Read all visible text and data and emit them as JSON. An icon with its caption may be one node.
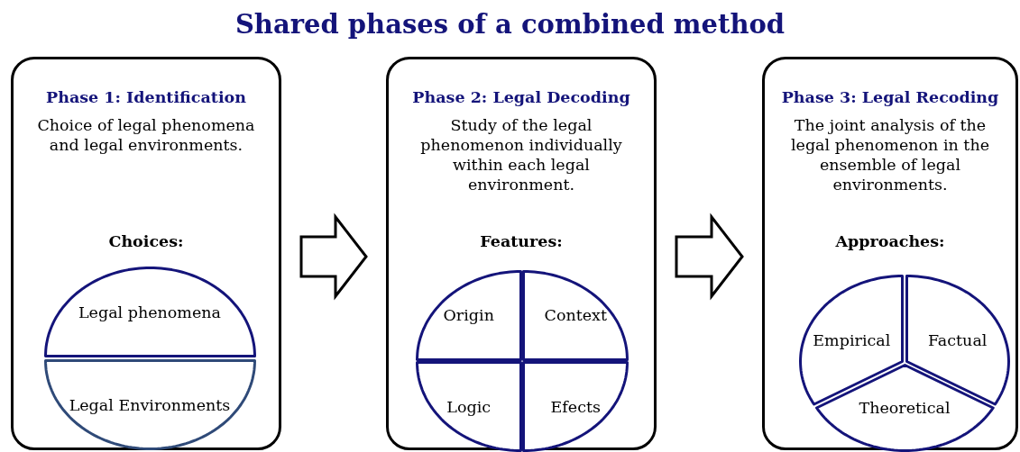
{
  "diagram": {
    "title": "Shared phases of a combined method",
    "nodes": [
      {
        "text": [
          "Phase 1: Identification",
          "Choice of legal phenomena and legal environments.",
          "Choices:"
        ]
      },
      {
        "text": [
          "Legal phenomena"
        ],
        "in": 0
      },
      {
        "text": [
          "Legal Environments"
        ],
        "in": 0
      },
      {
        "text": [
          "Phase 2: Legal Decoding",
          "Study of the legal phenomenon individually within each legal environment.",
          "Features:"
        ]
      },
      {
        "text": [
          "Origin"
        ],
        "in": 3
      },
      {
        "text": [
          "Context"
        ],
        "in": 3
      },
      {
        "text": [
          "Logic"
        ],
        "in": 3
      },
      {
        "text": [
          "Efects"
        ],
        "in": 3
      },
      {
        "text": [
          "Phase 3: Legal Recoding",
          "The joint analysis of the legal phenomenon in the ensemble of legal environments.",
          "Approaches:"
        ]
      },
      {
        "text": [
          "Empirical"
        ],
        "in": 8
      },
      {
        "text": [
          "Factual"
        ],
        "in": 8
      },
      {
        "text": [
          "Theoretical"
        ],
        "in": 8
      }
    ],
    "edges": [
      {
        "from": 0,
        "to": 3,
        "arrow": "to"
      },
      {
        "from": 3,
        "to": 8,
        "arrow": "to"
      }
    ]
  }
}
